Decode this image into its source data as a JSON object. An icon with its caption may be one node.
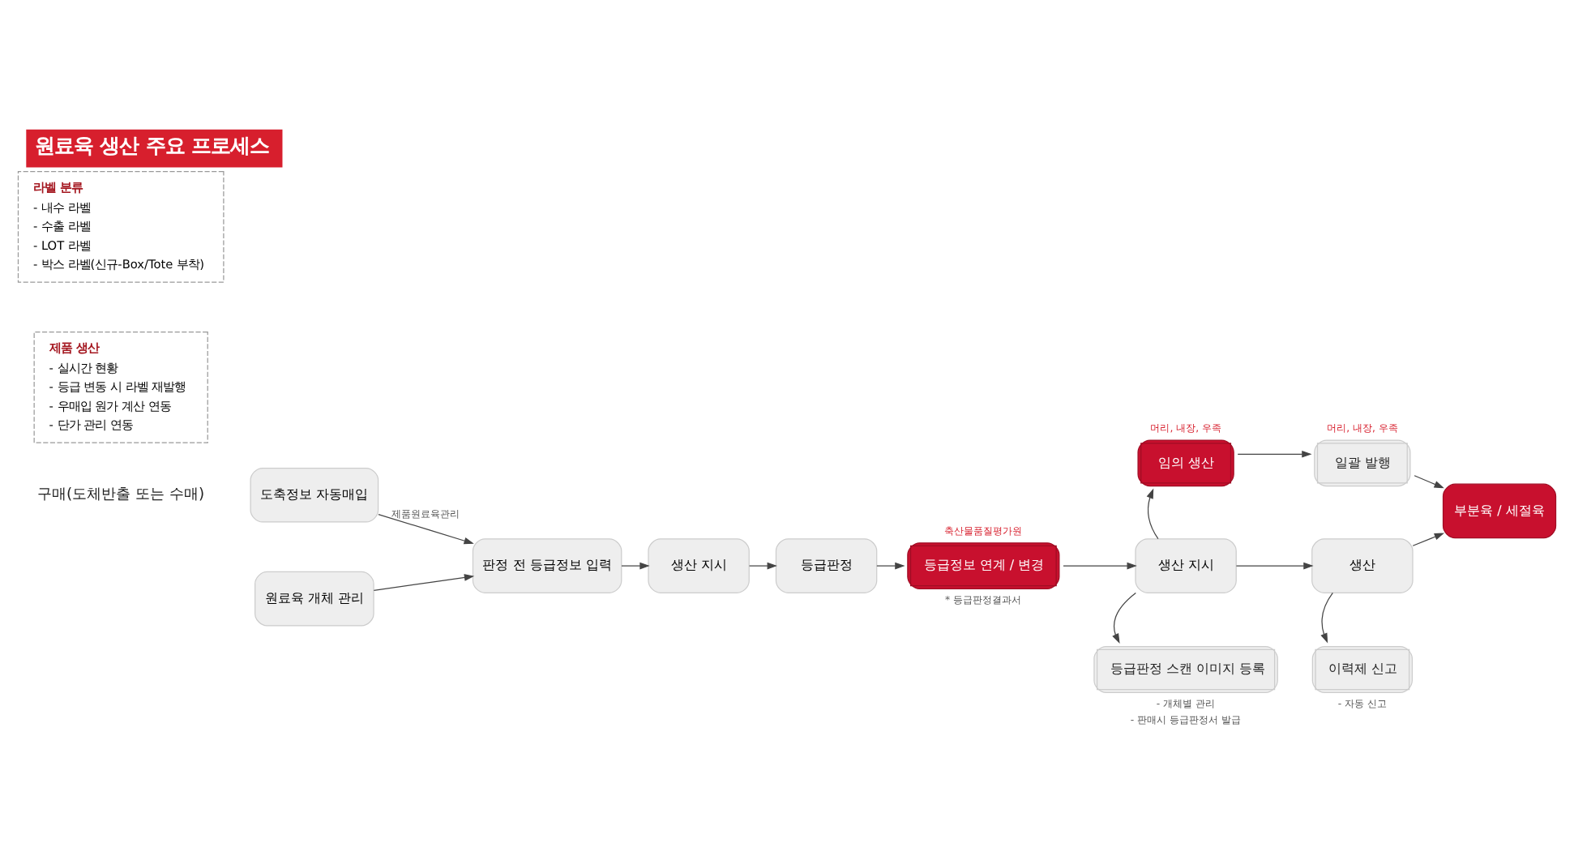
{
  "diagram": {
    "title": "원료육 생산 주요 프로세스",
    "nodes": [
      {
        "text": [
          "도축정보 자동매입"
        ]
      },
      {
        "text": [
          "원료육 개체 관리"
        ]
      },
      {
        "text": [
          "판정 전 등급정보 입력"
        ]
      },
      {
        "text": [
          "생산 지시"
        ]
      },
      {
        "text": [
          "등급판정"
        ]
      },
      {
        "text": [
          "등급정보 연계 / 변경"
        ],
        "beside": [
          "축산물품질평가원",
          "* 등급판정결과서"
        ]
      },
      {
        "text": [
          "임의 생산"
        ],
        "beside": [
          "머리, 내장, 우족"
        ]
      },
      {
        "text": [
          "생산 지시"
        ]
      },
      {
        "text": [
          "등급판정 스캔 이미지 등록"
        ],
        "beside": [
          "- 개체별 관리",
          "- 판매시 등급판정서 발급"
        ]
      },
      {
        "text": [
          "일괄 발행"
        ],
        "beside": [
          "머리, 내장, 우족"
        ]
      },
      {
        "text": [
          "생산"
        ]
      },
      {
        "text": [
          "이력제 신고"
        ],
        "beside": [
          "- 자동 신고"
        ]
      },
      {
        "text": [
          "부분육 / 세절육"
        ]
      },
      {
        "text": [
          "라벨 분류",
          "- 내수 라벨",
          "- 수출 라벨",
          "- LOT 라벨",
          "- 박스 라벨(신규-Box/Tote 부착)"
        ]
      },
      {
        "text": [
          "제품 생산",
          "- 실시간 현황",
          "- 등급 변동 시 라벨 재발행",
          "- 우매입 원가 계산 연동",
          "- 단가 관리 연동"
        ]
      }
    ],
    "edges": [
      {
        "from": 0,
        "to": 2,
        "arrow": "to",
        "label": "제품원료육관리"
      },
      {
        "from": 1,
        "to": 2,
        "arrow": "to"
      },
      {
        "from": 2,
        "to": 3,
        "arrow": "to"
      },
      {
        "from": 3,
        "to": 4,
        "arrow": "to"
      },
      {
        "from": 4,
        "to": 5,
        "arrow": "to"
      },
      {
        "from": 5,
        "to": 7,
        "arrow": "to"
      },
      {
        "from": 7,
        "to": 6,
        "arrow": "to"
      },
      {
        "from": 7,
        "to": 8,
        "arrow": "to"
      },
      {
        "from": 7,
        "to": 10,
        "arrow": "to"
      },
      {
        "from": 6,
        "to": 9,
        "arrow": "to"
      },
      {
        "from": 9,
        "to": 12,
        "arrow": "to"
      },
      {
        "from": 10,
        "to": 11,
        "arrow": "to"
      },
      {
        "from": 10,
        "to": 12,
        "arrow": "to"
      }
    ],
    "labels": [
      "구매(도체반출 또는 수매)"
    ]
  }
}
